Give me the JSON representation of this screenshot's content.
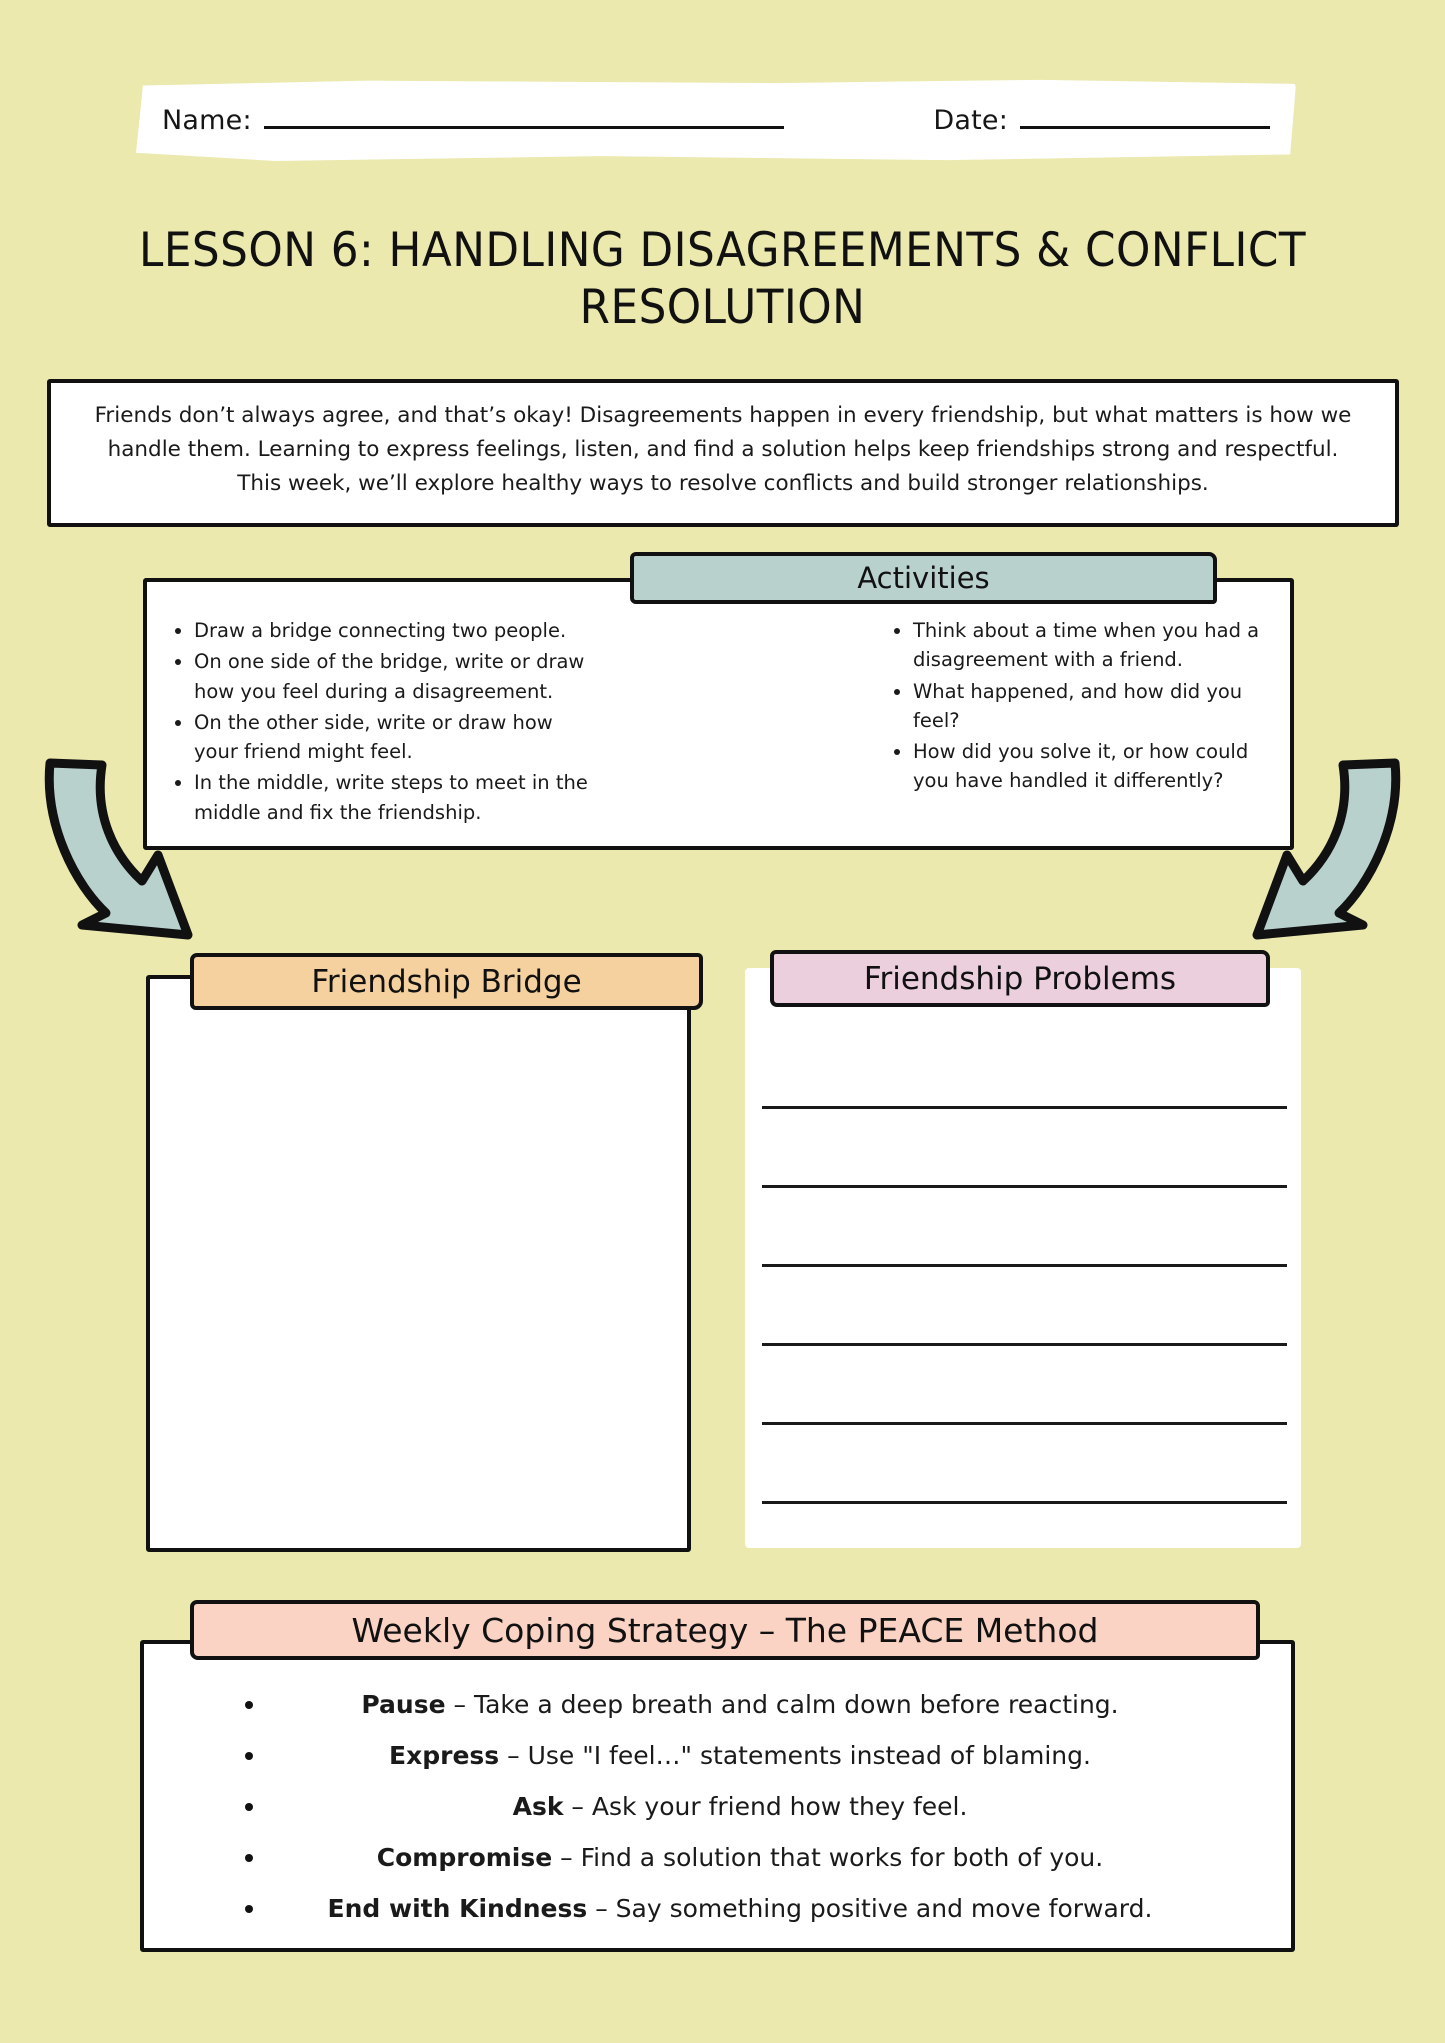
{
  "theme": {
    "page_background": "#ebe9ae",
    "ink": "#111111",
    "activities_tab_color": "#b9d1cd",
    "bridge_tab_color": "#f6d1a0",
    "problems_tab_color": "#eccfdd",
    "peace_tab_color": "#fad3c4",
    "arrow_color": "#b9d1cd"
  },
  "header": {
    "name_label": "Name:",
    "date_label": "Date:"
  },
  "title": {
    "line1": "LESSON 6: HANDLING DISAGREEMENTS & CONFLICT",
    "line2": "RESOLUTION"
  },
  "intro": {
    "text": "Friends don’t always agree, and that’s okay! Disagreements happen in every friendship, but what matters is how we handle them. Learning to express feelings, listen, and find a solution helps keep friendships strong and respectful. This week, we’ll explore healthy ways to resolve conflicts and build stronger relationships."
  },
  "activities": {
    "tab_label": "Activities",
    "left_items": [
      "Draw a bridge connecting two people.",
      "On one side of the bridge, write or draw how you feel during a disagreement.",
      "On the other side, write or draw how your friend might feel.",
      "In the middle, write steps to meet in the middle and fix the friendship."
    ],
    "right_items": [
      "Think about a time when you had a disagreement with a friend.",
      "What happened, and how did you feel?",
      "How did you solve it, or how could you have handled it differently?"
    ]
  },
  "bridge": {
    "tab_label": "Friendship Bridge"
  },
  "problems": {
    "tab_label": "Friendship Problems",
    "line_count": 6
  },
  "peace": {
    "tab_label": "Weekly Coping Strategy – The PEACE Method",
    "items": [
      {
        "term": "Pause",
        "dash": " – ",
        "description": "Take a deep breath and calm down before reacting."
      },
      {
        "term": "Express",
        "dash": " – ",
        "description": "Use \"I feel…\" statements instead of blaming."
      },
      {
        "term": "Ask",
        "dash": " – ",
        "description": "Ask your friend how they feel."
      },
      {
        "term": "Compromise",
        "dash": " – ",
        "description": "Find a solution that works for both of you."
      },
      {
        "term": "End with Kindness",
        "dash": " – ",
        "description": "Say something positive and move forward."
      }
    ]
  }
}
